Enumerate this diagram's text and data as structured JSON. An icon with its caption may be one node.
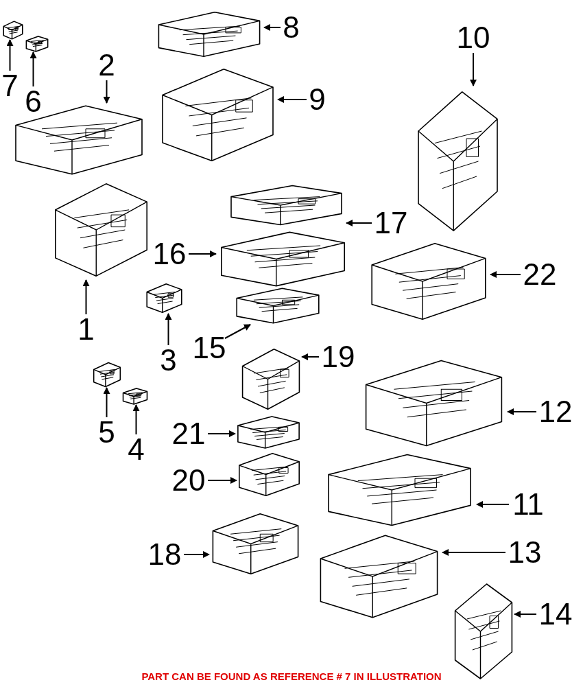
{
  "diagram": {
    "caption": "PART CAN BE FOUND AS REFERENCE # 7 IN ILLUSTRATION",
    "nodes": [
      {
        "text": [
          "7"
        ]
      },
      {
        "text": [],
        "shape": "picture"
      },
      {
        "text": [
          "6"
        ]
      },
      {
        "text": [],
        "shape": "picture"
      },
      {
        "text": [
          "8"
        ]
      },
      {
        "text": [],
        "shape": "picture"
      },
      {
        "text": [
          "10"
        ]
      },
      {
        "text": [],
        "shape": "picture"
      },
      {
        "text": [
          "2"
        ]
      },
      {
        "text": [],
        "shape": "picture"
      },
      {
        "text": [
          "9"
        ]
      },
      {
        "text": [],
        "shape": "picture"
      },
      {
        "text": [
          "17"
        ]
      },
      {
        "text": [],
        "shape": "picture"
      },
      {
        "text": [
          "16"
        ]
      },
      {
        "text": [],
        "shape": "picture"
      },
      {
        "text": [
          "22"
        ]
      },
      {
        "text": [],
        "shape": "picture"
      },
      {
        "text": [
          "1"
        ]
      },
      {
        "text": [],
        "shape": "picture"
      },
      {
        "text": [
          "15"
        ]
      },
      {
        "text": [],
        "shape": "picture"
      },
      {
        "text": [
          "19"
        ]
      },
      {
        "text": [],
        "shape": "picture"
      },
      {
        "text": [
          "3"
        ]
      },
      {
        "text": [],
        "shape": "picture"
      },
      {
        "text": [
          "12"
        ]
      },
      {
        "text": [],
        "shape": "picture"
      },
      {
        "text": [
          "21"
        ]
      },
      {
        "text": [],
        "shape": "picture"
      },
      {
        "text": [
          "5"
        ]
      },
      {
        "text": [],
        "shape": "picture"
      },
      {
        "text": [
          "4"
        ]
      },
      {
        "text": [],
        "shape": "picture"
      },
      {
        "text": [
          "20"
        ]
      },
      {
        "text": [],
        "shape": "picture"
      },
      {
        "text": [
          "11"
        ]
      },
      {
        "text": [],
        "shape": "picture"
      },
      {
        "text": [
          "18"
        ]
      },
      {
        "text": [],
        "shape": "picture"
      },
      {
        "text": [
          "13"
        ]
      },
      {
        "text": [],
        "shape": "picture"
      },
      {
        "text": [
          "14"
        ]
      },
      {
        "text": [],
        "shape": "picture"
      }
    ],
    "edges": [
      {
        "from": 0,
        "to": 1,
        "arrow": "to"
      },
      {
        "from": 2,
        "to": 3,
        "arrow": "to"
      },
      {
        "from": 4,
        "to": 5,
        "arrow": "to"
      },
      {
        "from": 6,
        "to": 7,
        "arrow": "to"
      },
      {
        "from": 8,
        "to": 9,
        "arrow": "to"
      },
      {
        "from": 10,
        "to": 11,
        "arrow": "to"
      },
      {
        "from": 12,
        "to": 13,
        "arrow": "to"
      },
      {
        "from": 14,
        "to": 15,
        "arrow": "to"
      },
      {
        "from": 16,
        "to": 17,
        "arrow": "to"
      },
      {
        "from": 18,
        "to": 19,
        "arrow": "to"
      },
      {
        "from": 20,
        "to": 21,
        "arrow": "to"
      },
      {
        "from": 22,
        "to": 23,
        "arrow": "to"
      },
      {
        "from": 24,
        "to": 25,
        "arrow": "to"
      },
      {
        "from": 26,
        "to": 27,
        "arrow": "to"
      },
      {
        "from": 28,
        "to": 29,
        "arrow": "to"
      },
      {
        "from": 30,
        "to": 31,
        "arrow": "to"
      },
      {
        "from": 32,
        "to": 33,
        "arrow": "to"
      },
      {
        "from": 34,
        "to": 35,
        "arrow": "to"
      },
      {
        "from": 36,
        "to": 37,
        "arrow": "to"
      },
      {
        "from": 38,
        "to": 39,
        "arrow": "to"
      },
      {
        "from": 40,
        "to": 41,
        "arrow": "to"
      },
      {
        "from": 42,
        "to": 43,
        "arrow": "to"
      }
    ]
  }
}
